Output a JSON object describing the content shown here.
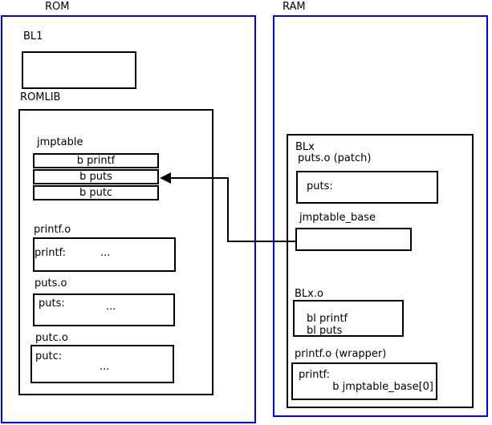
{
  "colors": {
    "container_border": "#0000ff",
    "box_border": "#000000",
    "background": "#ffffff",
    "text": "#000000"
  },
  "rom": {
    "title": "ROM",
    "bl1_label": "BL1",
    "romlib_label": "ROMLIB",
    "jmptable": {
      "label": "jmptable",
      "rows": [
        "b printf",
        "b puts",
        "b putc"
      ]
    },
    "printf_o": {
      "label": "printf.o",
      "symbol": "printf:",
      "body": "..."
    },
    "puts_o": {
      "label": "puts.o",
      "symbol": "puts:",
      "body": "..."
    },
    "putc_o": {
      "label": "putc.o",
      "symbol": "putc:",
      "body": "..."
    }
  },
  "ram": {
    "title": "RAM",
    "blx_label": "BLx",
    "puts_patch": {
      "label": "puts.o (patch)",
      "symbol": "puts:"
    },
    "jmptable_base_label": "jmptable_base",
    "blx_o": {
      "label": "BLx.o",
      "lines": [
        "bl printf",
        "bl puts"
      ]
    },
    "printf_wrapper": {
      "label": "printf.o (wrapper)",
      "symbol": "printf:",
      "branch": "b jmptable_base[0]"
    }
  }
}
